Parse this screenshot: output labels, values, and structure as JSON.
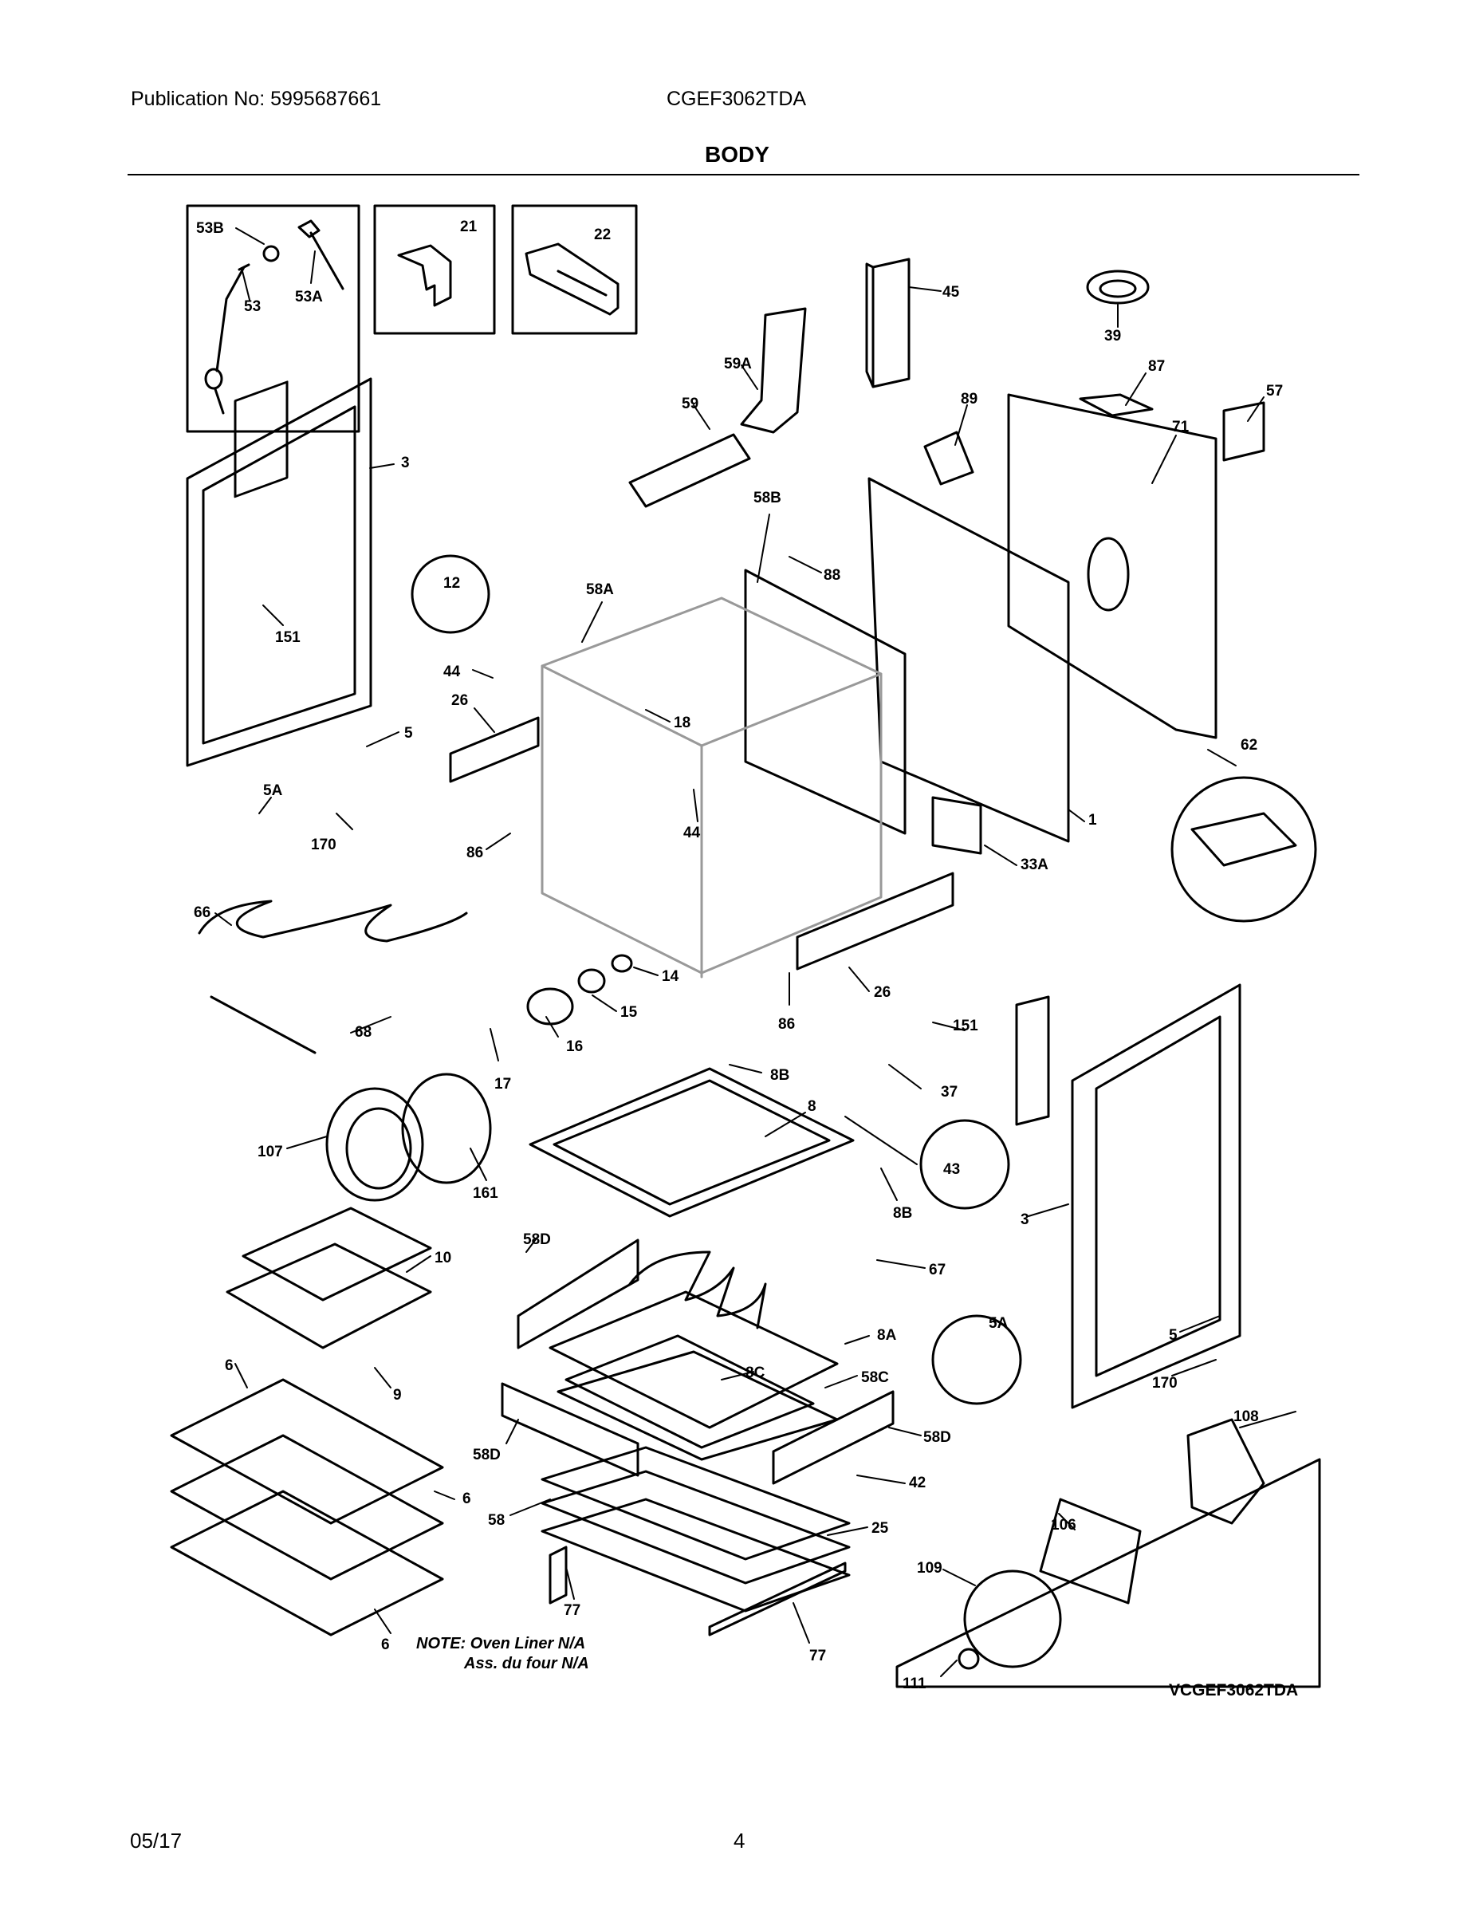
{
  "header": {
    "publication": "Publication No: 5995687661",
    "model": "CGEF3062TDA",
    "section_title": "BODY"
  },
  "footer": {
    "date": "05/17",
    "page_number": "4"
  },
  "diagram": {
    "note_line1": "NOTE: Oven Liner N/A",
    "note_line2": "Ass. du four N/A",
    "drawing_code": "VCGEF3062TDA",
    "callouts": [
      {
        "id": "c53B",
        "label": "53B"
      },
      {
        "id": "c53A",
        "label": "53A"
      },
      {
        "id": "c53",
        "label": "53"
      },
      {
        "id": "c21",
        "label": "21"
      },
      {
        "id": "c22",
        "label": "22"
      },
      {
        "id": "c45",
        "label": "45"
      },
      {
        "id": "c39",
        "label": "39"
      },
      {
        "id": "c59A",
        "label": "59A"
      },
      {
        "id": "c59",
        "label": "59"
      },
      {
        "id": "c89",
        "label": "89"
      },
      {
        "id": "c87",
        "label": "87"
      },
      {
        "id": "c57",
        "label": "57"
      },
      {
        "id": "c71",
        "label": "71"
      },
      {
        "id": "c3a",
        "label": "3"
      },
      {
        "id": "c58B",
        "label": "58B"
      },
      {
        "id": "c88",
        "label": "88"
      },
      {
        "id": "c12",
        "label": "12"
      },
      {
        "id": "c58A",
        "label": "58A"
      },
      {
        "id": "c151a",
        "label": "151"
      },
      {
        "id": "c44a",
        "label": "44"
      },
      {
        "id": "c26a",
        "label": "26"
      },
      {
        "id": "c18",
        "label": "18"
      },
      {
        "id": "c5a",
        "label": "5"
      },
      {
        "id": "c62",
        "label": "62"
      },
      {
        "id": "c5Aa",
        "label": "5A"
      },
      {
        "id": "c1",
        "label": "1"
      },
      {
        "id": "c44b",
        "label": "44"
      },
      {
        "id": "c170a",
        "label": "170"
      },
      {
        "id": "c86a",
        "label": "86"
      },
      {
        "id": "c33A",
        "label": "33A"
      },
      {
        "id": "c66",
        "label": "66"
      },
      {
        "id": "c14",
        "label": "14"
      },
      {
        "id": "c15",
        "label": "15"
      },
      {
        "id": "c26b",
        "label": "26"
      },
      {
        "id": "c86b",
        "label": "86"
      },
      {
        "id": "c68",
        "label": "68"
      },
      {
        "id": "c16",
        "label": "16"
      },
      {
        "id": "c151b",
        "label": "151"
      },
      {
        "id": "c17",
        "label": "17"
      },
      {
        "id": "c8B1",
        "label": "8B"
      },
      {
        "id": "c37",
        "label": "37"
      },
      {
        "id": "c8",
        "label": "8"
      },
      {
        "id": "c107",
        "label": "107"
      },
      {
        "id": "c43",
        "label": "43"
      },
      {
        "id": "c161",
        "label": "161"
      },
      {
        "id": "c8B2",
        "label": "8B"
      },
      {
        "id": "c3b",
        "label": "3"
      },
      {
        "id": "c58D1",
        "label": "58D"
      },
      {
        "id": "c10",
        "label": "10"
      },
      {
        "id": "c67",
        "label": "67"
      },
      {
        "id": "c5Ab",
        "label": "5A"
      },
      {
        "id": "c8A",
        "label": "8A"
      },
      {
        "id": "c5b",
        "label": "5"
      },
      {
        "id": "c6a",
        "label": "6"
      },
      {
        "id": "c9",
        "label": "9"
      },
      {
        "id": "c8C",
        "label": "8C"
      },
      {
        "id": "c58C",
        "label": "58C"
      },
      {
        "id": "c170b",
        "label": "170"
      },
      {
        "id": "c108",
        "label": "108"
      },
      {
        "id": "c58D2",
        "label": "58D"
      },
      {
        "id": "c58D3",
        "label": "58D"
      },
      {
        "id": "c42",
        "label": "42"
      },
      {
        "id": "c6b",
        "label": "6"
      },
      {
        "id": "c106",
        "label": "106"
      },
      {
        "id": "c58",
        "label": "58"
      },
      {
        "id": "c25",
        "label": "25"
      },
      {
        "id": "c109",
        "label": "109"
      },
      {
        "id": "c77a",
        "label": "77"
      },
      {
        "id": "c6c",
        "label": "6"
      },
      {
        "id": "c77b",
        "label": "77"
      },
      {
        "id": "c111",
        "label": "111"
      }
    ]
  }
}
